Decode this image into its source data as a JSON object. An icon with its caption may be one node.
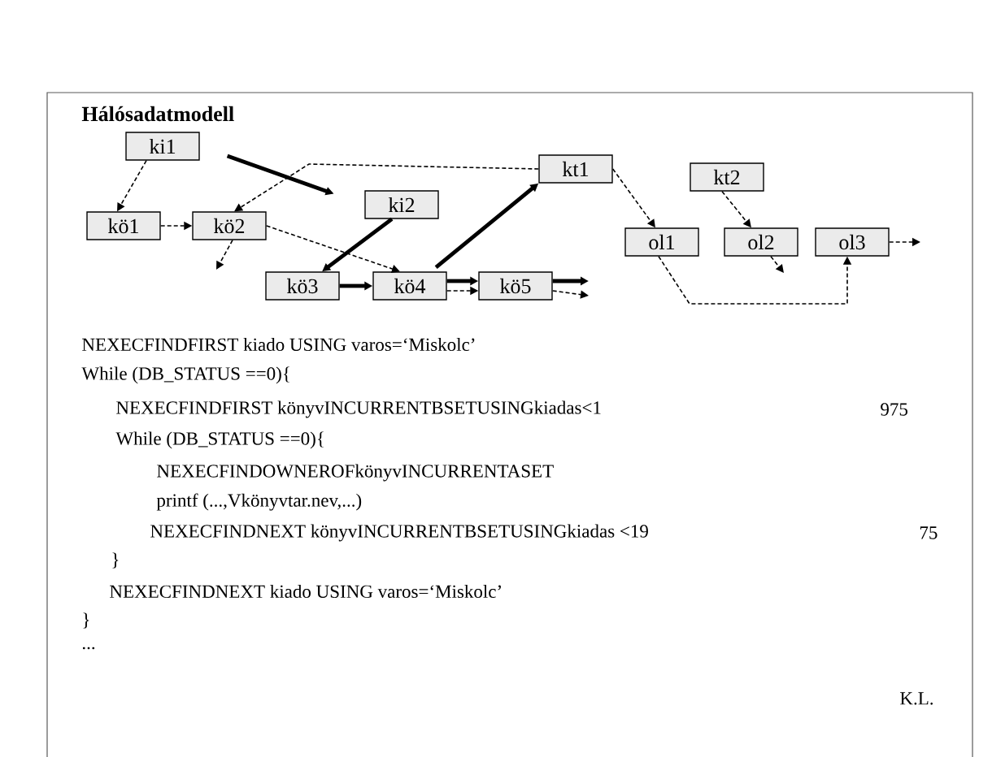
{
  "diagram": {
    "title": "Hálósadatmodell",
    "nodes": [
      {
        "text": [
          "ki1"
        ]
      },
      {
        "text": [
          "kö1"
        ]
      },
      {
        "text": [
          "kö2"
        ]
      },
      {
        "text": [
          "ki2"
        ]
      },
      {
        "text": [
          "kt1"
        ]
      },
      {
        "text": [
          "kt2"
        ]
      },
      {
        "text": [
          "kö3"
        ]
      },
      {
        "text": [
          "kö4"
        ]
      },
      {
        "text": [
          "kö5"
        ]
      },
      {
        "text": [
          "ol1"
        ]
      },
      {
        "text": [
          "ol2"
        ]
      },
      {
        "text": [
          "ol3"
        ]
      }
    ],
    "edges": [
      {
        "from": 0,
        "to": 1,
        "arrow": "to",
        "style": "dashed"
      },
      {
        "from": 1,
        "to": 2,
        "arrow": "to",
        "style": "dashed"
      },
      {
        "from": 0,
        "to": 3,
        "arrow": "to",
        "style": "thick"
      },
      {
        "from": 4,
        "to": 2,
        "arrow": "to",
        "style": "dashed"
      },
      {
        "from": 2,
        "to": null,
        "arrow": "to",
        "style": "dashed"
      },
      {
        "from": 2,
        "to": 7,
        "arrow": "to",
        "style": "dashed"
      },
      {
        "from": 3,
        "to": 6,
        "arrow": "to",
        "style": "thick"
      },
      {
        "from": 6,
        "to": 7,
        "arrow": "to",
        "style": "thick"
      },
      {
        "from": 7,
        "to": 4,
        "arrow": "to",
        "style": "thick"
      },
      {
        "from": 7,
        "to": 8,
        "arrow": "to",
        "style": "thick"
      },
      {
        "from": 7,
        "to": 8,
        "arrow": "to",
        "style": "dashed"
      },
      {
        "from": 8,
        "to": null,
        "arrow": "to",
        "style": "thick"
      },
      {
        "from": 8,
        "to": null,
        "arrow": "to",
        "style": "dashed"
      },
      {
        "from": 4,
        "to": 9,
        "arrow": "to",
        "style": "dashed"
      },
      {
        "from": 5,
        "to": 10,
        "arrow": "to",
        "style": "dashed"
      },
      {
        "from": 10,
        "to": null,
        "arrow": "to",
        "style": "dashed"
      },
      {
        "from": 9,
        "to": 11,
        "arrow": "to",
        "style": "dashed"
      },
      {
        "from": 11,
        "to": null,
        "arrow": "to",
        "style": "dashed"
      }
    ],
    "labels": [
      "NEXECFINDFIRST kiado USING varos=‘Miskolc’",
      "While (DB_STATUS ==0){",
      "NEXECFINDFIRST könyvINCURRENTBSETUSINGkiadas<1",
      "975",
      "While (DB_STATUS ==0){",
      "NEXECFINDOWNEROFkönyvINCURRENTASET",
      "printf (...,Vkönyvtar.nev,...)",
      "NEXECFINDNEXT könyvINCURRENTBSETUSINGkiadas <19",
      "75",
      "}",
      "NEXECFINDNEXT kiado USING varos=‘Miskolc’",
      "}",
      "...",
      "K.L."
    ]
  }
}
